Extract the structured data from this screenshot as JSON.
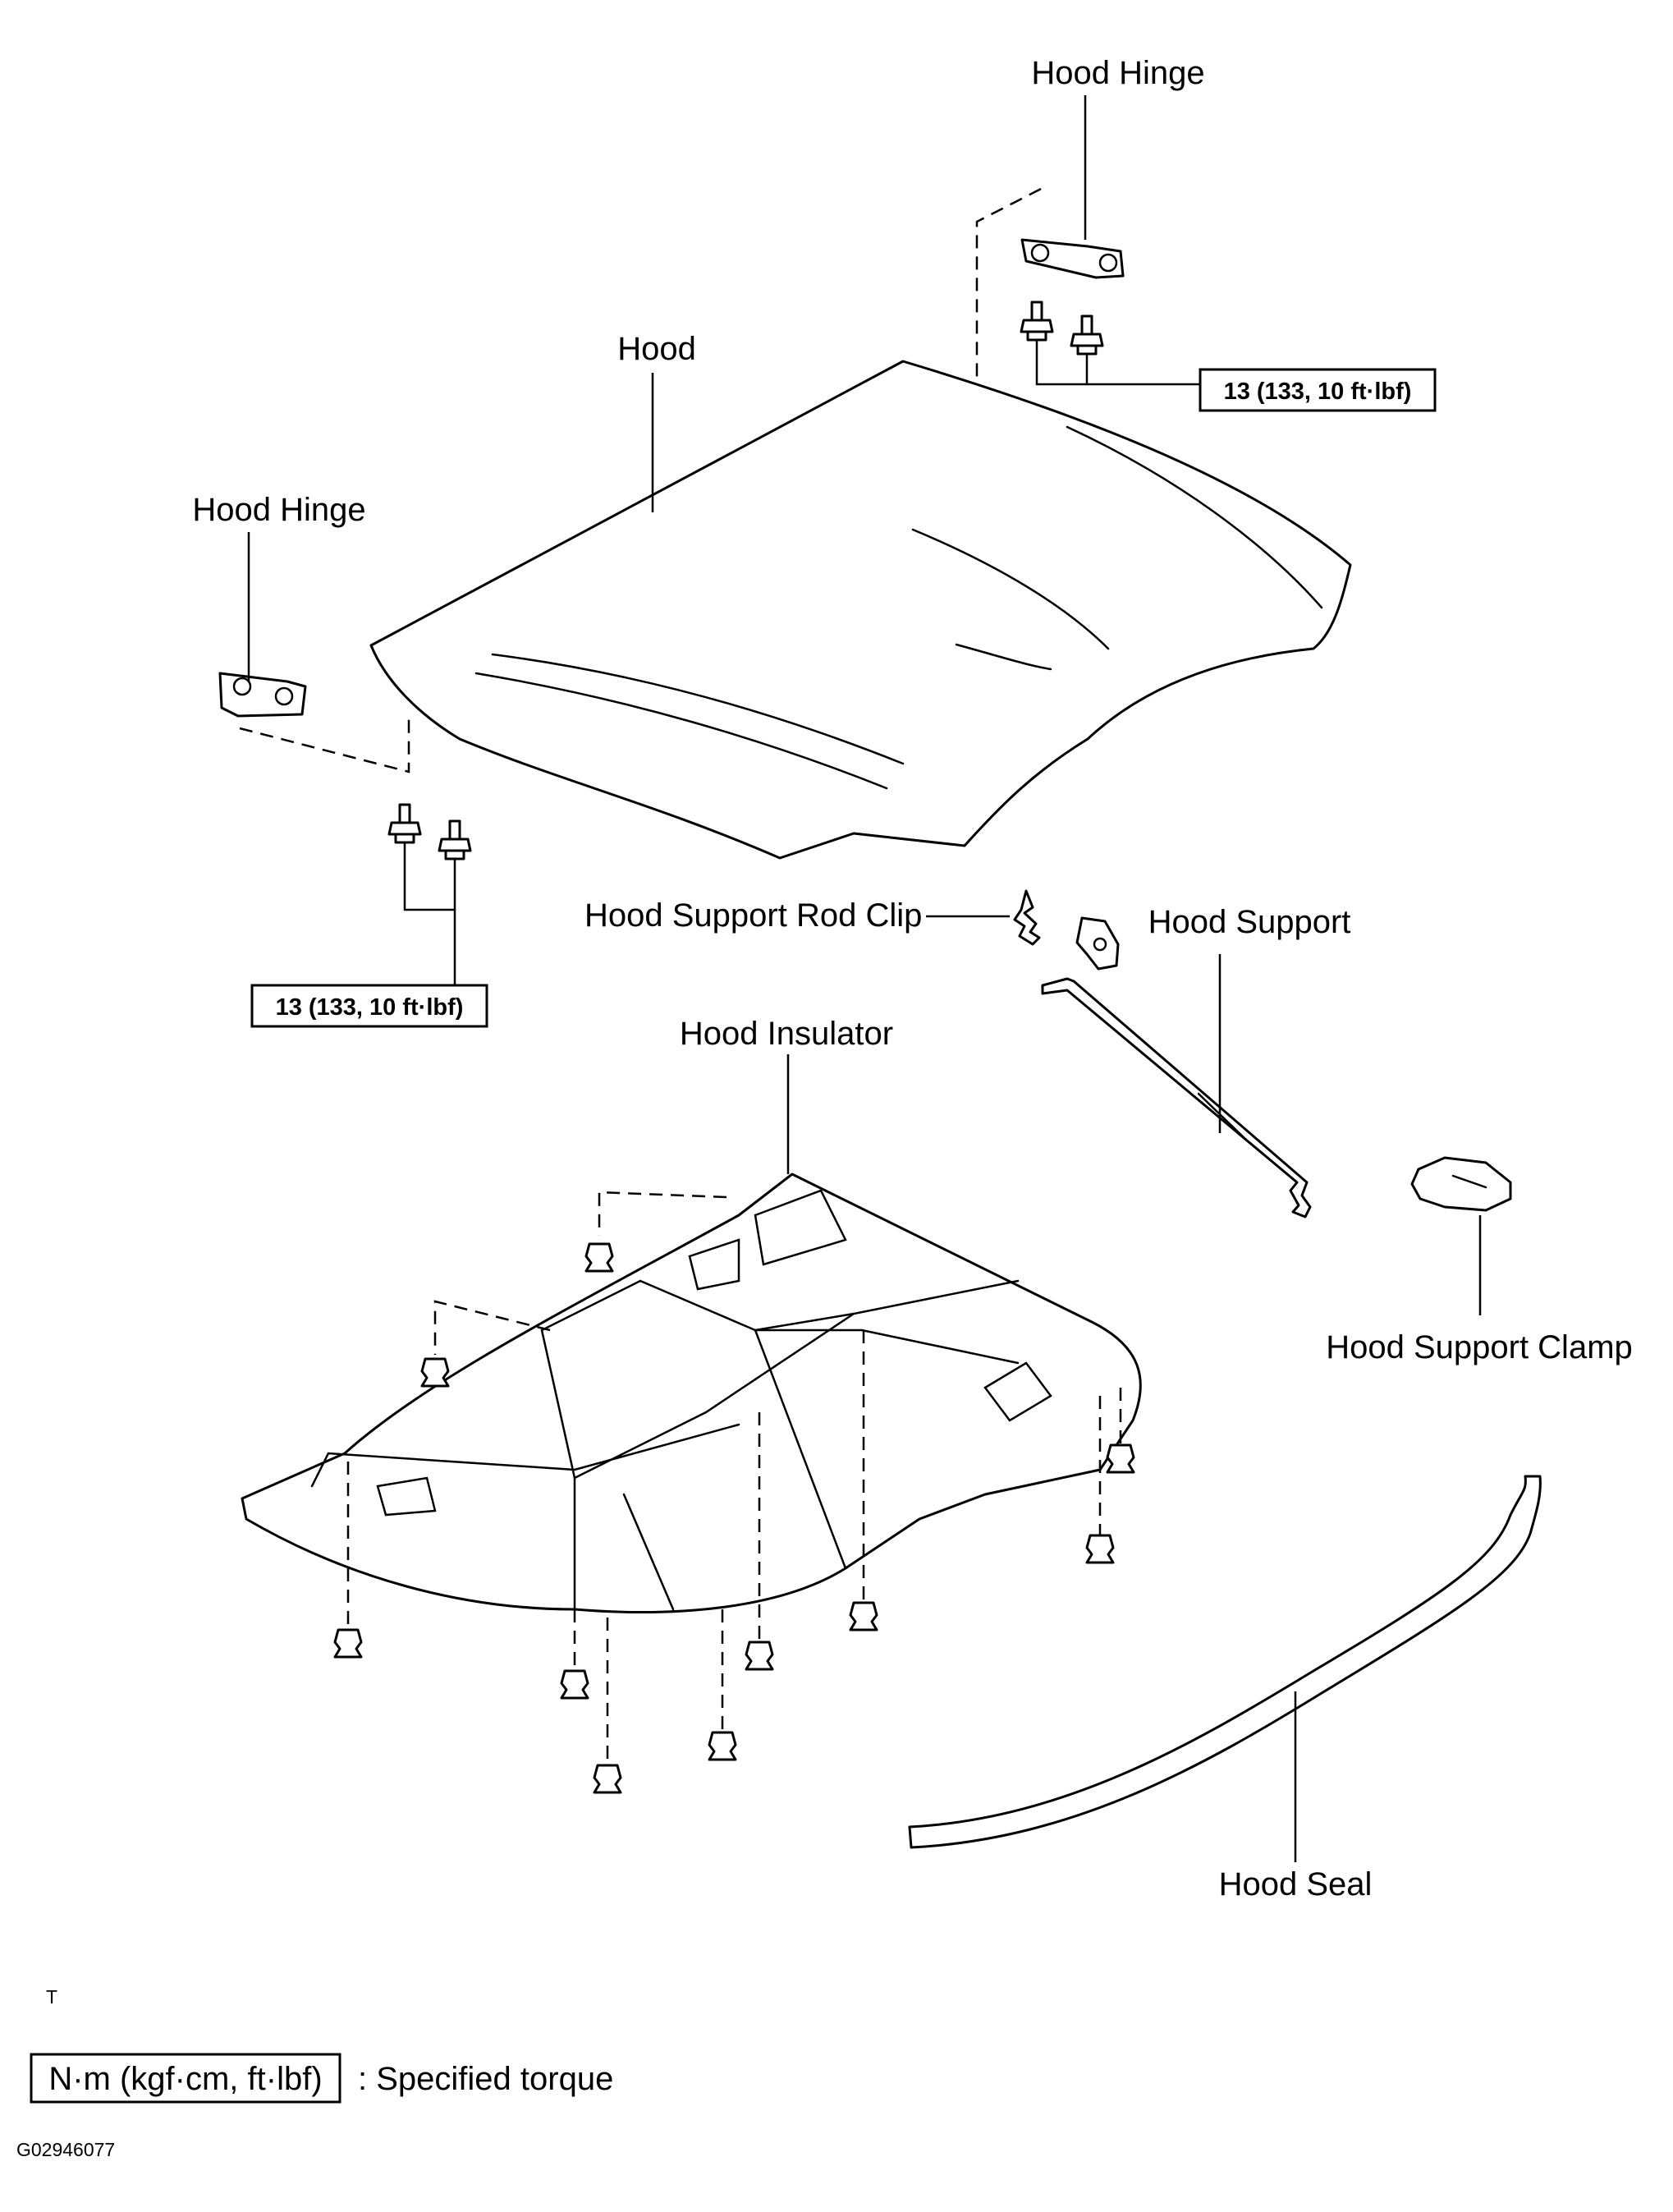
{
  "labels": {
    "hood_hinge_right": "Hood Hinge",
    "hood": "Hood",
    "hood_hinge_left": "Hood Hinge",
    "hood_support_rod_clip": "Hood Support Rod Clip",
    "hood_support": "Hood Support",
    "hood_insulator": "Hood Insulator",
    "hood_support_clamp": "Hood Support Clamp",
    "hood_seal": "Hood Seal"
  },
  "torque": {
    "right": "13 (133, 10 ft·lbf)",
    "left": "13 (133, 10 ft·lbf)"
  },
  "legend": {
    "unit_box": "N·m (kgf·cm, ft·lbf)",
    "description": ": Specified torque"
  },
  "marker": "T",
  "figure_code": "G02946077"
}
